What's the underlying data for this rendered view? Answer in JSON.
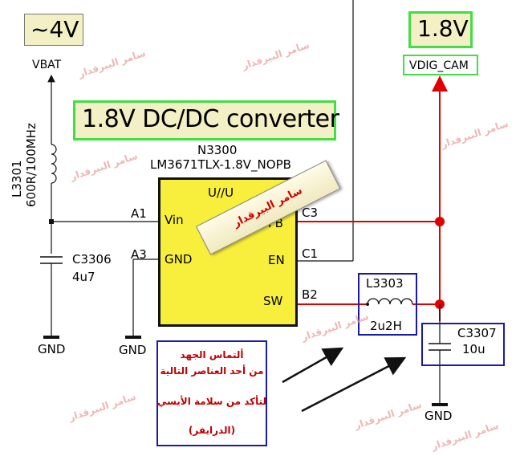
{
  "voltage_in": "~4V",
  "voltage_out": "1.8V",
  "vbat_label": "VBAT",
  "vdig_label": "VDIG_CAM",
  "title": "1.8V DC/DC converter",
  "chip": {
    "ref": "N3300",
    "part": "LM3671TLX-1.8V_NOPB",
    "center_label": "U//U",
    "pins_left": [
      {
        "name": "Vin",
        "num": "A1"
      },
      {
        "name": "GND",
        "num": "A3"
      }
    ],
    "pins_right": [
      {
        "name": "FB",
        "num": "C3"
      },
      {
        "name": "EN",
        "num": "C1"
      },
      {
        "name": "SW",
        "num": "B2"
      }
    ]
  },
  "inductor_in": {
    "ref": "L3301",
    "value": "600R/100MHz"
  },
  "cap_in": {
    "ref": "C3306",
    "value": "4u7"
  },
  "inductor_out": {
    "ref": "L3303",
    "value": "2u2H"
  },
  "cap_out": {
    "ref": "C3307",
    "value": "10u"
  },
  "gnd_labels": [
    "GND",
    "GND",
    "GND"
  ],
  "sticky_note": "سامر البيرقدار",
  "note_lines": [
    "ألتماس الجهد",
    "من أحد العناصر التالية",
    "لتأكد من سلامة الأيسي",
    "(الدرايفر)"
  ],
  "watermark": "سامر البيرقدار",
  "colors": {
    "chip_fill": "#f7ef3c",
    "red_net": "#e00000",
    "green_box": "#44dd44",
    "blue_box": "#1a1aaa",
    "label_fill": "#f3f0c6"
  }
}
